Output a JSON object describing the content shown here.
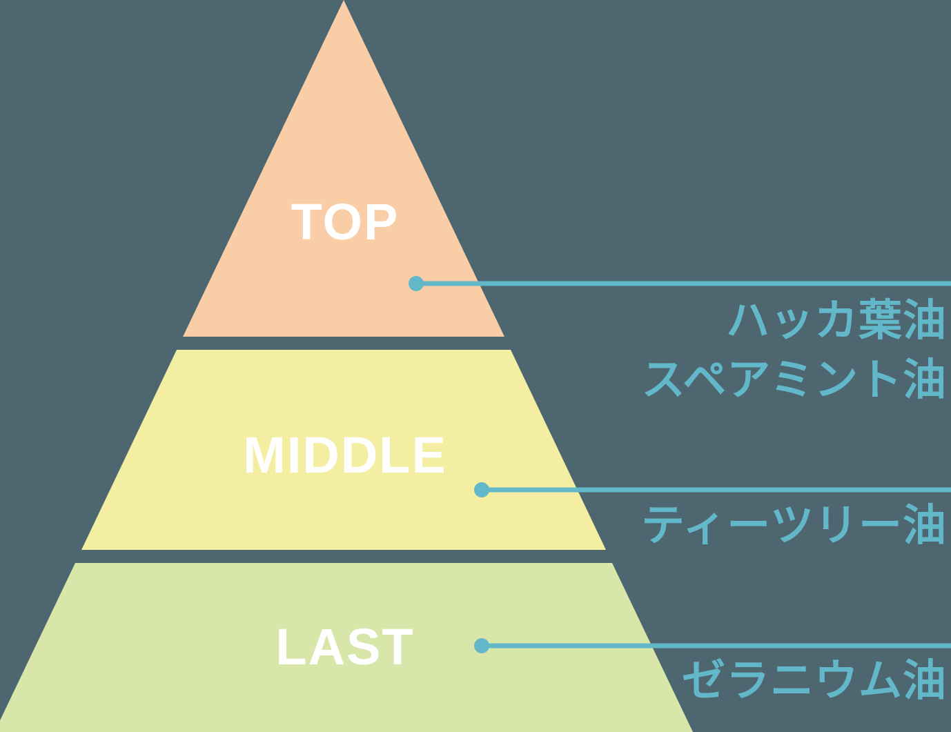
{
  "colors": {
    "background": "#4d6670",
    "accent": "#62b7c9",
    "layer_top_fill": "#f9cda5",
    "layer_middle_fill": "#f3eea1",
    "layer_last_fill": "#d9e6aa",
    "layer_label_color": "#ffffff"
  },
  "pyramid": {
    "layers": [
      {
        "label": "TOP",
        "notes": [
          "ハッカ葉油",
          "スペアミント油"
        ]
      },
      {
        "label": "MIDDLE",
        "notes": [
          "ティーツリー油"
        ]
      },
      {
        "label": "LAST",
        "notes": [
          "ゼラニウム油"
        ]
      }
    ]
  }
}
